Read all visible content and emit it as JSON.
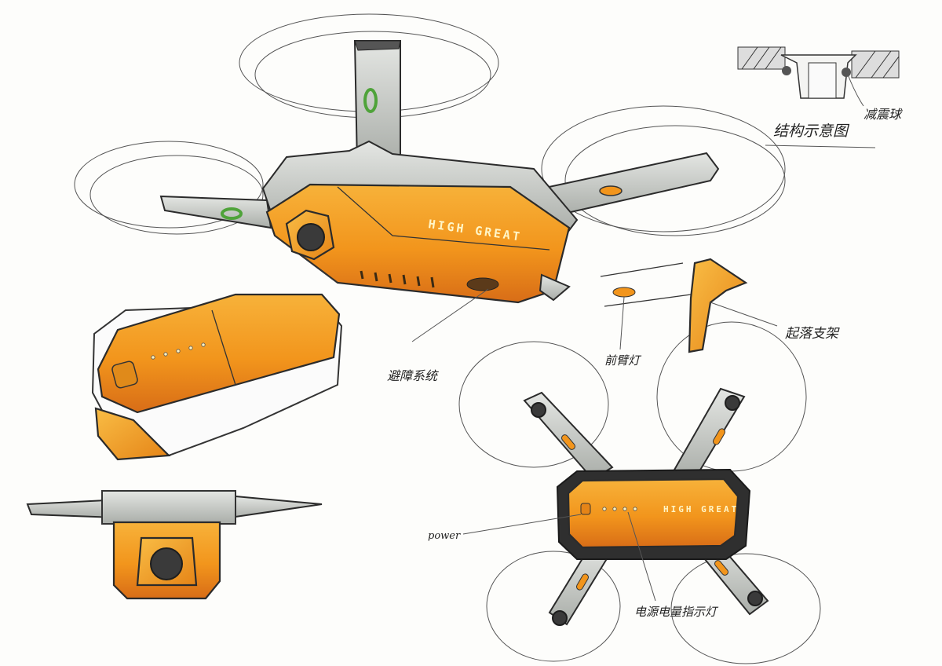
{
  "sheet": {
    "brand_text": "HIGH GREAT",
    "annotations": {
      "structure_title": "结构示意图",
      "shock_absorber": "减震球",
      "obstacle_system": "避障系统",
      "front_light": "前臂灯",
      "landing_gear": "起落支架",
      "power": "power",
      "battery_indicator": "电源电量指示灯"
    },
    "colors": {
      "body_orange": "#f29a1f",
      "body_orange_dark": "#d8731a",
      "frame_gray": "#c9ccc8",
      "accent_green": "#4fa33a"
    }
  }
}
